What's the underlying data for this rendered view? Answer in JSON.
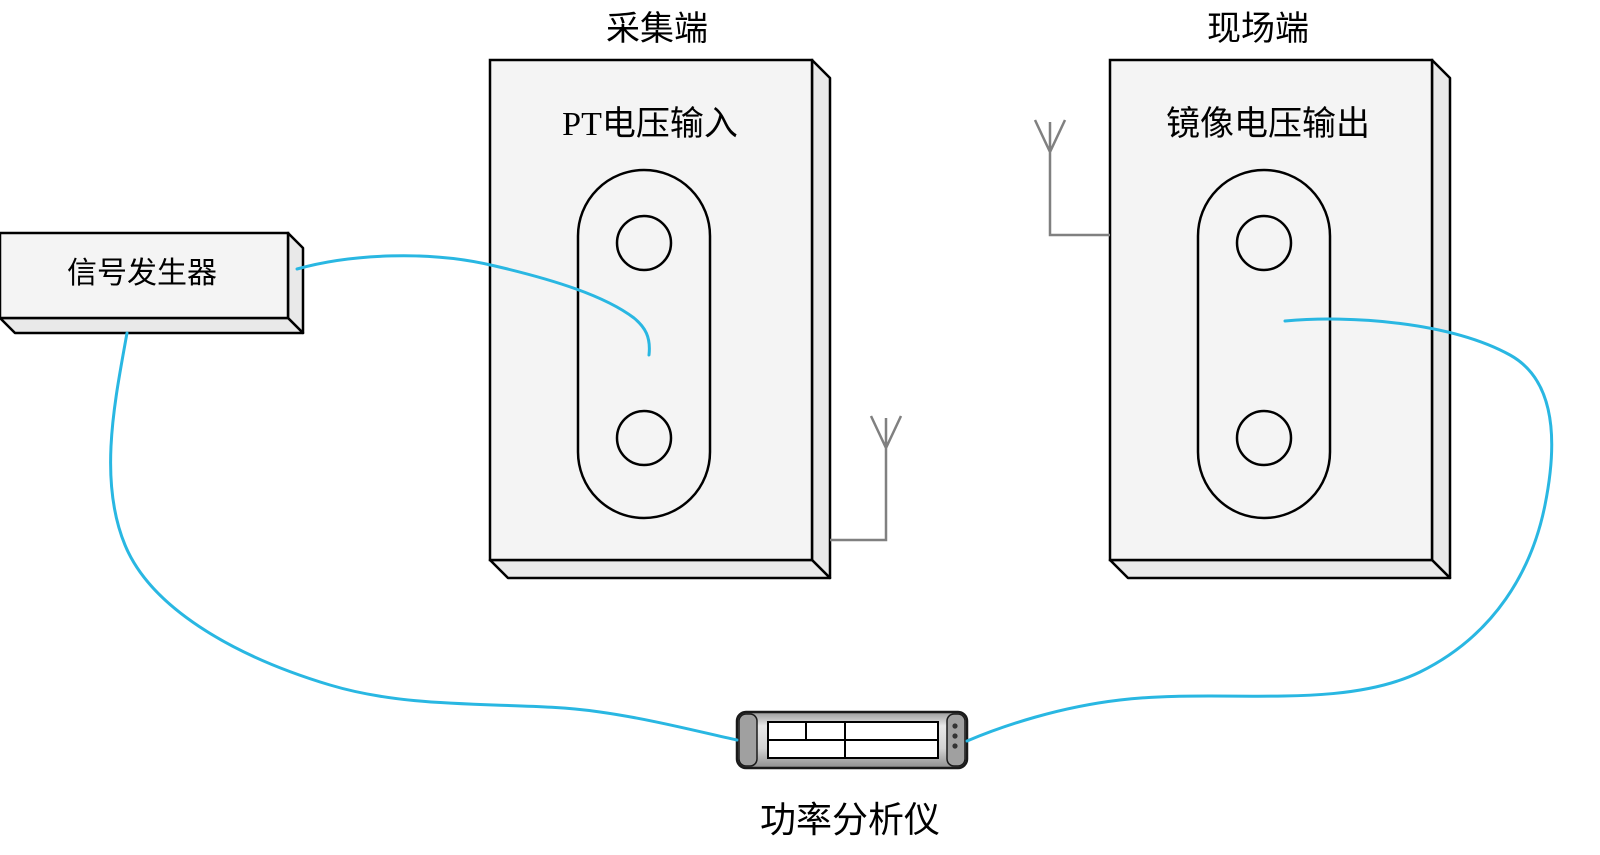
{
  "diagram": {
    "top_labels": {
      "collection_side": "采集端",
      "field_side": "现场端"
    },
    "devices": {
      "signal_generator": {
        "label": "信号发生器"
      },
      "collection_terminal": {
        "label": "PT电压输入"
      },
      "field_terminal": {
        "label": "镜像电压输出"
      },
      "power_analyzer": {
        "label": "功率分析仪"
      }
    },
    "colors": {
      "cable": "#29b7e2",
      "antenna": "#808080",
      "device_front": "#f4f4f4",
      "device_side": "#e9e9e9",
      "outline": "#000000"
    }
  }
}
